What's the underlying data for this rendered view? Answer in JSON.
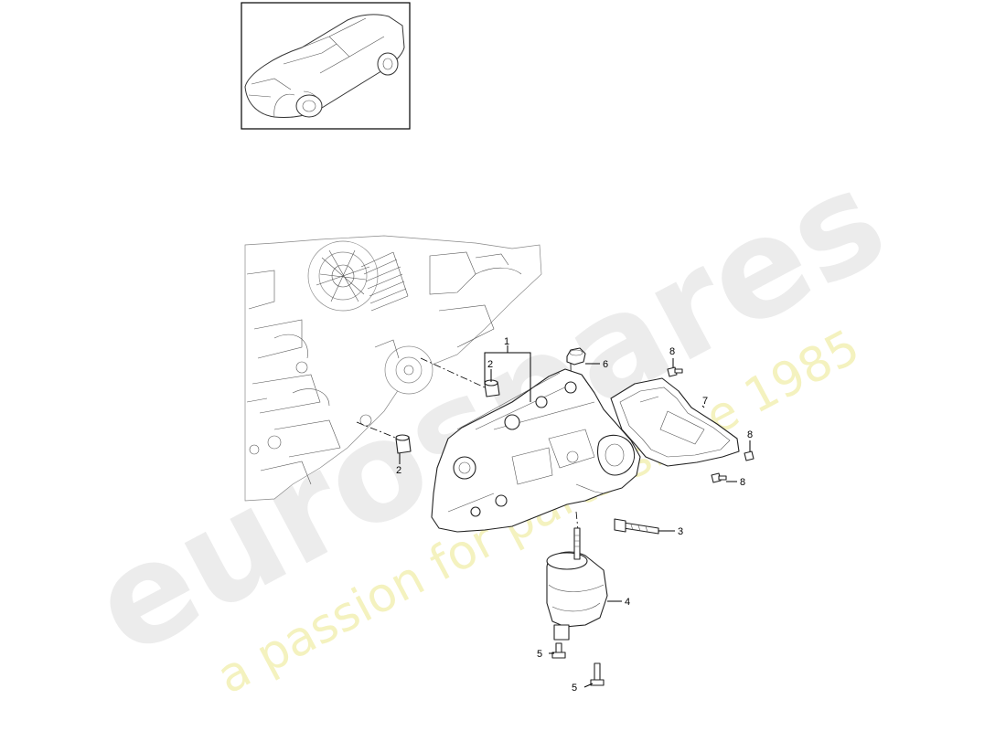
{
  "watermark": {
    "brand": "eurospares",
    "tagline": "a passion for parts since 1985"
  },
  "thumbnail": {
    "icon": "car-thumbnail-icon"
  },
  "callouts": {
    "c1": "1",
    "c2a": "2",
    "c2b": "2",
    "c3": "3",
    "c4": "4",
    "c5a": "5",
    "c5b": "5",
    "c6": "6",
    "c7": "7",
    "c8a": "8",
    "c8b": "8",
    "c8c": "8"
  }
}
